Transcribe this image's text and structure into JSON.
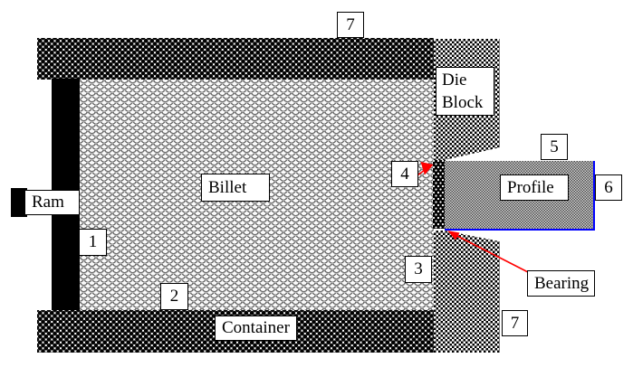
{
  "colors": {
    "arrow": "#ff0000",
    "profile_outline": "#0000ff",
    "metal": "#000000"
  },
  "labels": {
    "wall_top_number": "7",
    "die_block_line1": "Die",
    "die_block_line2": "Block",
    "ram": "Ram",
    "num1": "1",
    "billet": "Billet",
    "num4": "4",
    "num5": "5",
    "profile": "Profile",
    "num6": "6",
    "num3": "3",
    "num2": "2",
    "container": "Container",
    "bearing": "Bearing",
    "wall_bottom_number": "7"
  }
}
